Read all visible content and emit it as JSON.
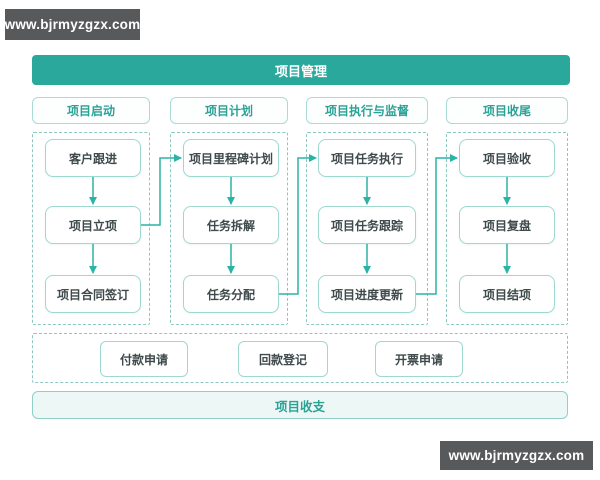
{
  "watermarks": {
    "top": "www.bjrmyzgzx.com",
    "bottom": "www.bjrmyzgzx.com"
  },
  "header": {
    "title": "项目管理"
  },
  "columns": [
    {
      "header": "项目启动",
      "steps": [
        "客户跟进",
        "项目立项",
        "项目合同签订"
      ]
    },
    {
      "header": "项目计划",
      "steps": [
        "项目里程碑计划",
        "任务拆解",
        "任务分配"
      ]
    },
    {
      "header": "项目执行与监督",
      "steps": [
        "项目任务执行",
        "项目任务跟踪",
        "项目进度更新"
      ]
    },
    {
      "header": "项目收尾",
      "steps": [
        "项目验收",
        "项目复盘",
        "项目结项"
      ]
    }
  ],
  "finance": {
    "items": [
      "付款申请",
      "回款登记",
      "开票申请"
    ],
    "footer": "项目收支"
  },
  "colors": {
    "teal_banner": "#29a89b",
    "teal_text": "#2aa296",
    "arrow": "#2ab3a6",
    "box_border": "#9ed8d1",
    "dashed_border": "#8cc8c1",
    "footer_banner_bg": "#edf7f5",
    "dark_banner": "#58595b",
    "box_text": "#3f4a4c"
  }
}
